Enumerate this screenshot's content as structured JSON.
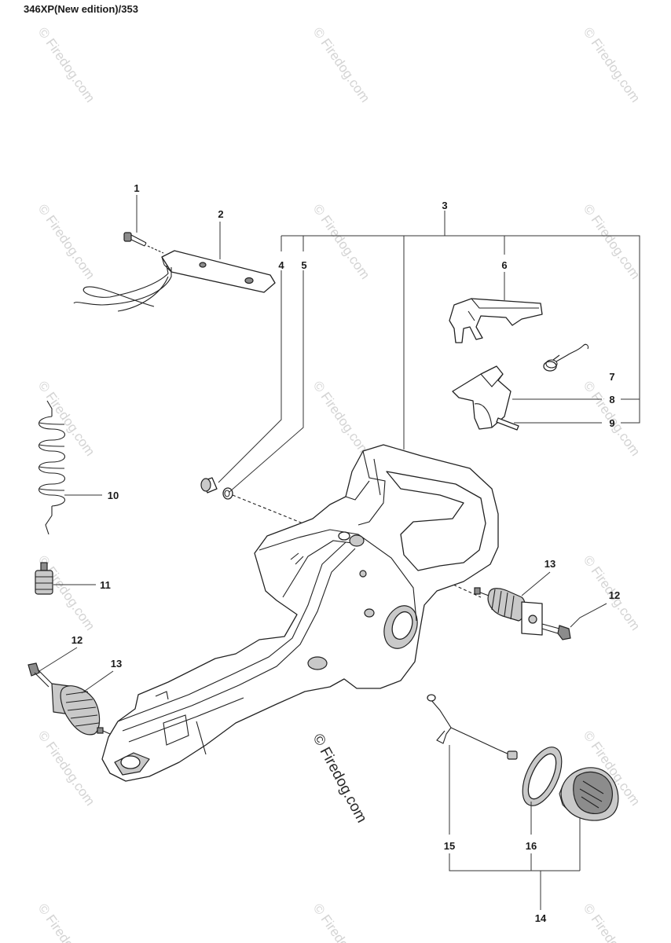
{
  "header": {
    "title": "346XP(New edition)/353"
  },
  "watermark": {
    "text": "© Firedog.com",
    "center_text": "© Firedog.com"
  },
  "callouts": {
    "c1": "1",
    "c2": "2",
    "c3": "3",
    "c4": "4",
    "c5": "5",
    "c6": "6",
    "c7": "7",
    "c8": "8",
    "c9": "9",
    "c10": "10",
    "c11": "11",
    "c12a": "12",
    "c13a": "13",
    "c12b": "12",
    "c13b": "13",
    "c14": "14",
    "c15": "15",
    "c16": "16"
  }
}
